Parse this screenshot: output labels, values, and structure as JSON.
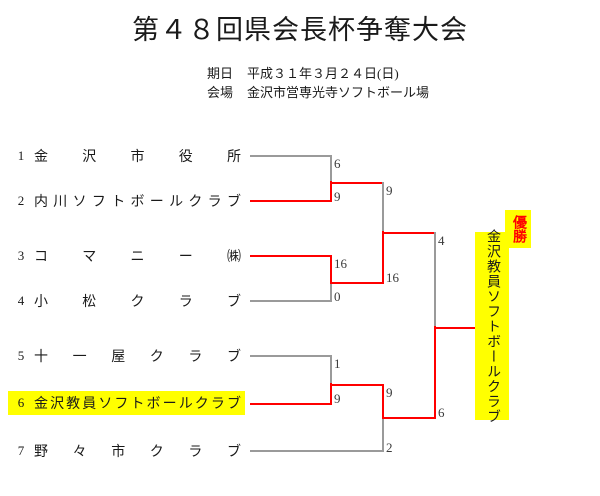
{
  "header": {
    "title": "第４８回県会長杯争奪大会",
    "date_label": "期日",
    "date_value": "平成３１年３月２４日(日)",
    "venue_label": "会場",
    "venue_value": "金沢市営専光寺ソフトボール場"
  },
  "teams": [
    {
      "seed": "1",
      "name": "金沢市役所",
      "chars": [
        "金",
        "沢",
        "市",
        "役",
        "所"
      ],
      "winner": false,
      "highlighted": false
    },
    {
      "seed": "2",
      "name": "内川ソフトボールクラブ",
      "chars": [
        "内",
        "川",
        "ソ",
        "フ",
        "ト",
        "ボ",
        "ー",
        "ル",
        "ク",
        "ラ",
        "ブ"
      ],
      "winner": true,
      "highlighted": false
    },
    {
      "seed": "3",
      "name": "コマニー㈱",
      "chars": [
        "コ",
        "マ",
        "ニ",
        "ー",
        "㈱"
      ],
      "winner": true,
      "highlighted": false
    },
    {
      "seed": "4",
      "name": "小松クラブ",
      "chars": [
        "小",
        "松",
        "ク",
        "ラ",
        "ブ"
      ],
      "winner": false,
      "highlighted": false
    },
    {
      "seed": "5",
      "name": "十一屋クラブ",
      "chars": [
        "十",
        "一",
        "屋",
        "ク",
        "ラ",
        "ブ"
      ],
      "winner": false,
      "highlighted": false
    },
    {
      "seed": "6",
      "name": "金沢教員ソフトボールクラブ",
      "chars": [
        "金",
        "沢",
        "教",
        "員",
        "ソ",
        "フ",
        "ト",
        "ボ",
        "ー",
        "ル",
        "ク",
        "ラ",
        "ブ"
      ],
      "winner": true,
      "highlighted": true
    },
    {
      "seed": "7",
      "name": "野々市クラブ",
      "chars": [
        "野",
        "々",
        "市",
        "ク",
        "ラ",
        "ブ"
      ],
      "winner": false,
      "highlighted": false
    }
  ],
  "scores": {
    "r1_m1_top": "6",
    "r1_m1_bottom": "9",
    "r1_m2_top": "16",
    "r1_m2_bottom": "0",
    "r1_m3_top": "1",
    "r1_m3_bottom": "9",
    "r2_upper_top": "9",
    "r2_upper_bottom": "16",
    "r2_lower_top": "9",
    "r2_lower_bottom": "2",
    "final_top": "4",
    "final_bottom": "6"
  },
  "champion": {
    "badge": "優勝",
    "name": "金沢教員ソフトボールクラブ"
  },
  "colors": {
    "winner_line": "#ff0000",
    "loser_line": "#9a9a9a",
    "highlight": "#ffff00",
    "badge_text": "#ff0000"
  }
}
